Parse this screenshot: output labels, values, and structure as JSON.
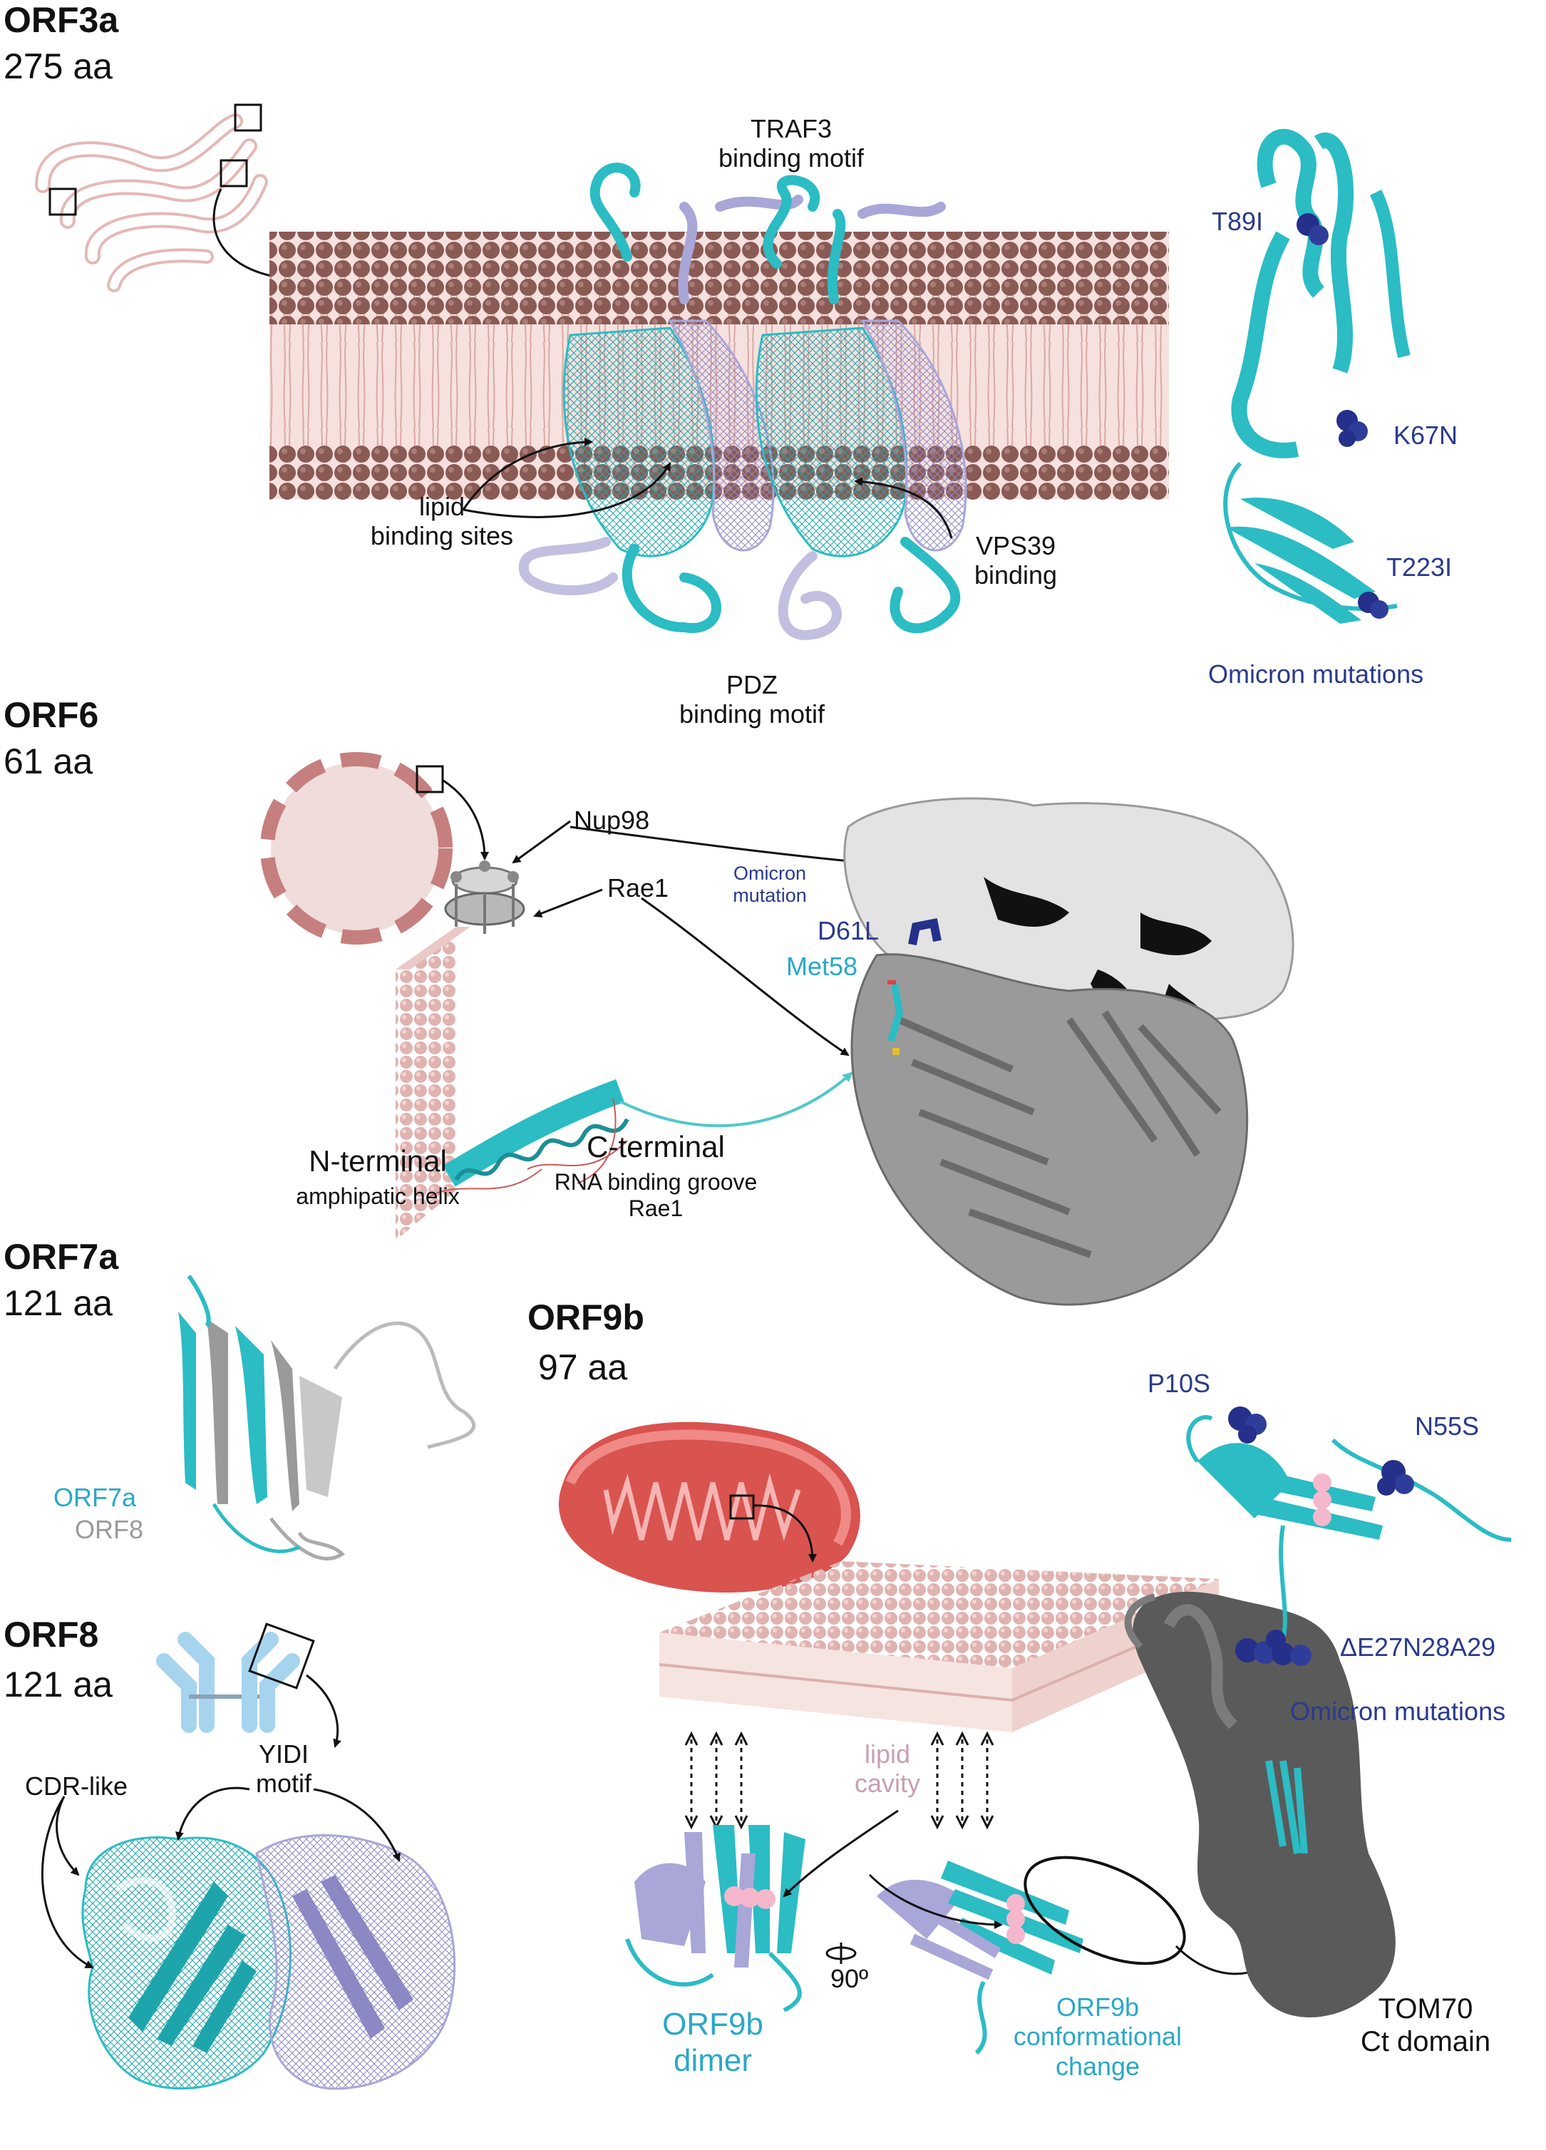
{
  "orf3a": {
    "name": "ORF3a",
    "length": "275 aa",
    "labels": {
      "traf3": [
        "TRAF3",
        "binding motif"
      ],
      "lipid": [
        "lipid",
        "binding sites"
      ],
      "vps39": [
        "VPS39",
        "binding"
      ],
      "pdz": [
        "PDZ",
        "binding motif"
      ]
    },
    "mutations": [
      "T89I",
      "K67N",
      "T223I"
    ],
    "mutations_caption": "Omicron mutations"
  },
  "orf6": {
    "name": "ORF6",
    "length": "61 aa",
    "labels": {
      "nup98": "Nup98",
      "rae1": "Rae1",
      "omicron_mutation": [
        "Omicron",
        "mutation"
      ],
      "d61l": "D61L",
      "met58": "Met58",
      "n_terminal": "N-terminal",
      "n_terminal_sub": "amphipatic helix",
      "c_terminal": "C-terminal",
      "c_terminal_sub": [
        "RNA binding groove",
        "Rae1"
      ]
    }
  },
  "orf7a": {
    "name": "ORF7a",
    "length": "121 aa",
    "legend": [
      "ORF7a",
      "ORF8"
    ]
  },
  "orf8": {
    "name": "ORF8",
    "length": "121 aa",
    "labels": {
      "yidi": [
        "YIDI",
        "motif"
      ],
      "cdr": "CDR-like"
    }
  },
  "orf9b": {
    "name": "ORF9b",
    "length": "97 aa",
    "mutations": [
      "P10S",
      "N55S",
      "ΔE27N28A29"
    ],
    "mutations_caption": "Omicron mutations",
    "labels": {
      "lipid_cavity": [
        "lipid",
        "cavity"
      ],
      "rotation": "90º",
      "dimer": [
        "ORF9b",
        "dimer"
      ],
      "conformational": [
        "ORF9b",
        "conformational",
        "change"
      ],
      "tom70": [
        "TOM70",
        "Ct domain"
      ]
    }
  },
  "colors": {
    "cyan": "#2bbcc4",
    "lavender": "#a9a6d8",
    "navy": "#2a3a8c",
    "membrane_head": "#8a5a55",
    "membrane_tail": "#f1d9d6",
    "mito": "#d9534f",
    "grey_protein": "#7a7a7a"
  }
}
